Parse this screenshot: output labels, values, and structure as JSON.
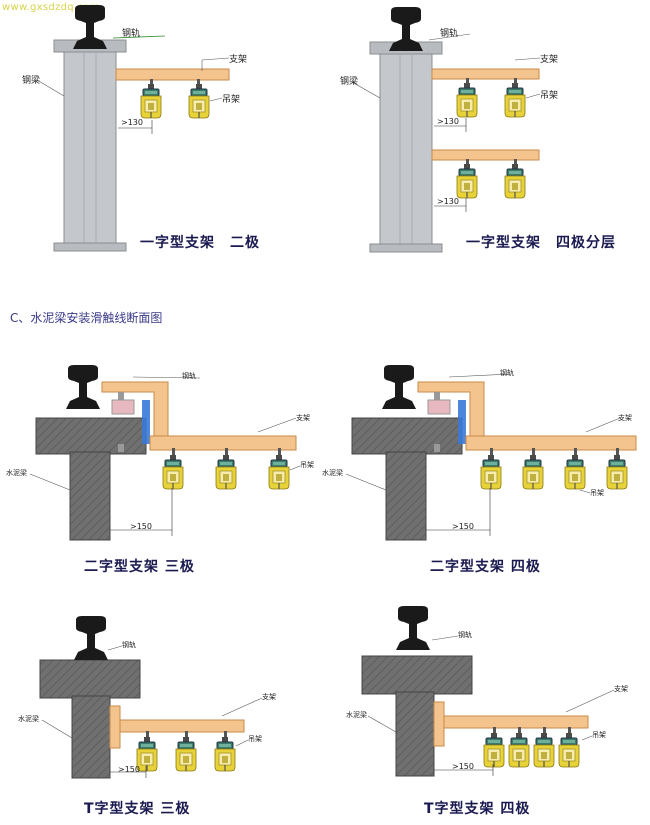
{
  "watermark": "www.gxsdzdq.com",
  "section_c_title": "C、水泥梁安装滑触线断面图",
  "panels": {
    "p1": {
      "caption": "一字型支架　二极",
      "steel_rail": "钢轨",
      "steel_beam": "钢梁",
      "bracket": "支架",
      "hanger": "吊架",
      "dimension": ">130"
    },
    "p2": {
      "caption": "一字型支架　四极分层",
      "steel_rail": "钢轨",
      "steel_beam": "钢梁",
      "bracket": "支架",
      "hanger_top": "吊架",
      "dimension_top": ">130",
      "dimension_bottom": ">130"
    },
    "p3": {
      "caption": "二字型支架 三极",
      "steel_rail": "钢轨",
      "concrete_beam": "水泥梁",
      "bracket": "支架",
      "hanger": "吊架",
      "dimension": ">150"
    },
    "p4": {
      "caption": "二字型支架 四极",
      "steel_rail": "钢轨",
      "concrete_beam": "水泥梁",
      "bracket": "支架",
      "hanger": "吊架",
      "dimension": ">150"
    },
    "p5": {
      "caption": "T字型支架 三极",
      "steel_rail": "钢轨",
      "concrete_beam": "水泥梁",
      "bracket": "支架",
      "hanger": "吊架",
      "dimension": ">150"
    },
    "p6": {
      "caption": "T字型支架 四极",
      "steel_rail": "钢轨",
      "concrete_beam": "水泥梁",
      "bracket": "支架",
      "hanger": "吊架",
      "dimension": ">150"
    }
  },
  "colors": {
    "steel_beam": "#c4c8cc",
    "concrete": "#6f6f6f",
    "rail": "#1a1a1a",
    "bracket": "#f3c48e",
    "bracket_edge": "#c98a4a",
    "hanger": "#e8d23a",
    "insulator": "#3c7a6a",
    "caption": "#1a1a50"
  }
}
